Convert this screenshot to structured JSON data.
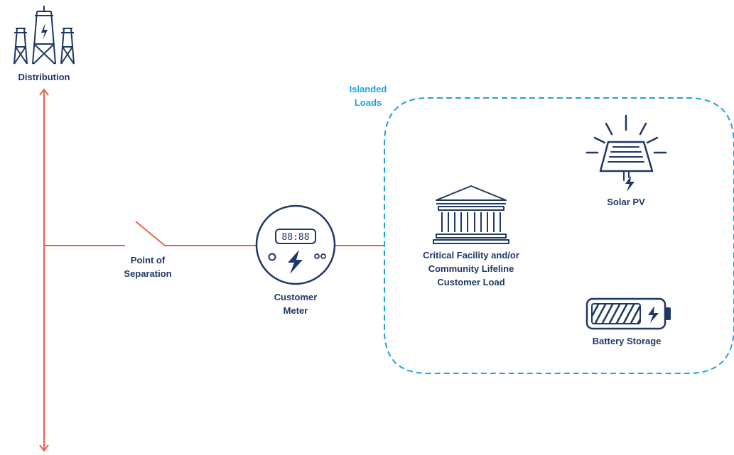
{
  "colors": {
    "navy": "#1f3864",
    "line_red": "#e8634a",
    "island_blue": "#1ba1e2",
    "background": "#ffffff"
  },
  "nodes": {
    "distribution": {
      "label": "Distribution",
      "icon": "transmission-towers-icon"
    },
    "point_of_separation": {
      "label_line1": "Point of",
      "label_line2": "Separation",
      "icon": "open-switch-icon"
    },
    "customer_meter": {
      "label_line1": "Customer",
      "label_line2": "Meter",
      "display": "88:88",
      "icon": "meter-icon"
    },
    "islanded_loads": {
      "label_line1": "Islanded",
      "label_line2": "Loads"
    },
    "critical_facility": {
      "label_line1": "Critical Facility and/or",
      "label_line2": "Community Lifeline",
      "label_line3": "Customer Load",
      "icon": "building-columns-icon"
    },
    "solar_pv": {
      "label": "Solar PV",
      "icon": "solar-panel-icon"
    },
    "battery_storage": {
      "label": "Battery Storage",
      "icon": "battery-icon"
    }
  }
}
